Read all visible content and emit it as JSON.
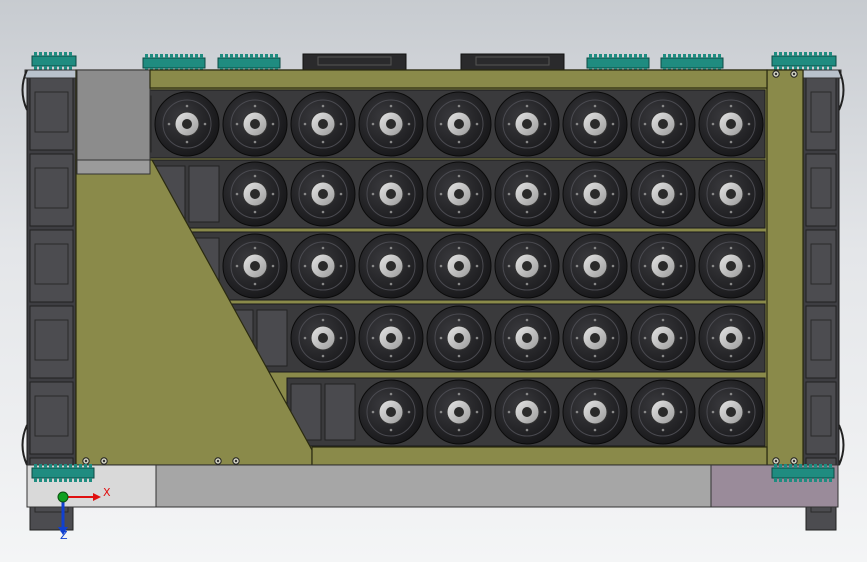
{
  "viewport": {
    "background_top": "#c7cbd0",
    "background_bottom": "#f4f5f6"
  },
  "model": {
    "frame_color": "#8a8a4a",
    "frame_stroke": "#2a2a10",
    "roller_color": "#1f1f22",
    "hub_color": "#c9c9c9",
    "gear_color": "#1f8c80",
    "rows": [
      9,
      8,
      8,
      7,
      6
    ]
  },
  "triad": {
    "x_label": "X",
    "z_label": "Z",
    "x_color": "#e01010",
    "y_color": "#10a020",
    "z_color": "#1040d0"
  }
}
